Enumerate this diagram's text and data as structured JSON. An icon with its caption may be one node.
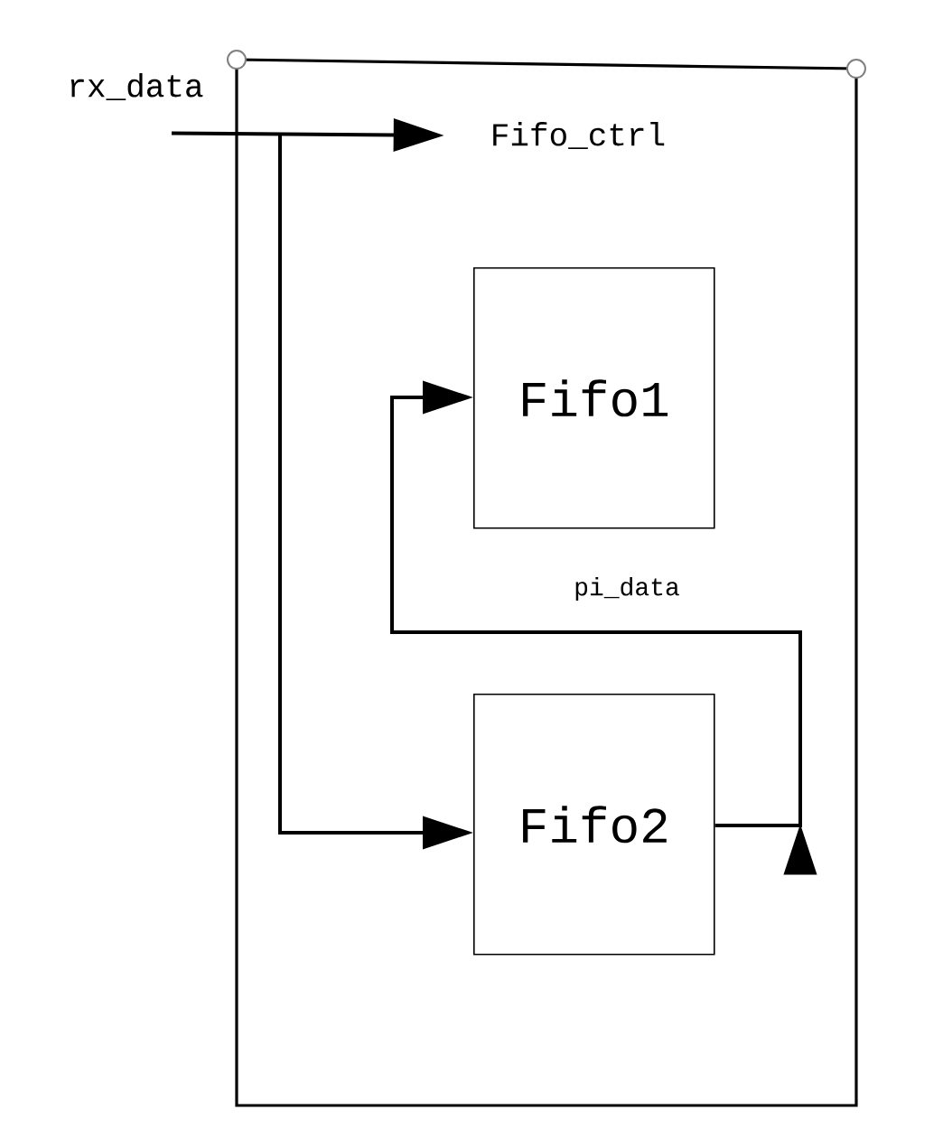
{
  "diagram": {
    "nodes": [
      {
        "text": [
          "Fifo_ctrl"
        ]
      },
      {
        "text": [
          "Fifo1"
        ],
        "in": 0
      },
      {
        "text": [
          "Fifo2"
        ],
        "in": 0
      },
      {
        "text": [
          "rx_data"
        ]
      }
    ],
    "edges": [
      {
        "from": 3,
        "to": 0,
        "arrow": "to"
      },
      {
        "from": 3,
        "to": 2,
        "arrow": "to"
      },
      {
        "from": 2,
        "to": 1,
        "arrow": "to",
        "label": "pi_data"
      }
    ]
  }
}
